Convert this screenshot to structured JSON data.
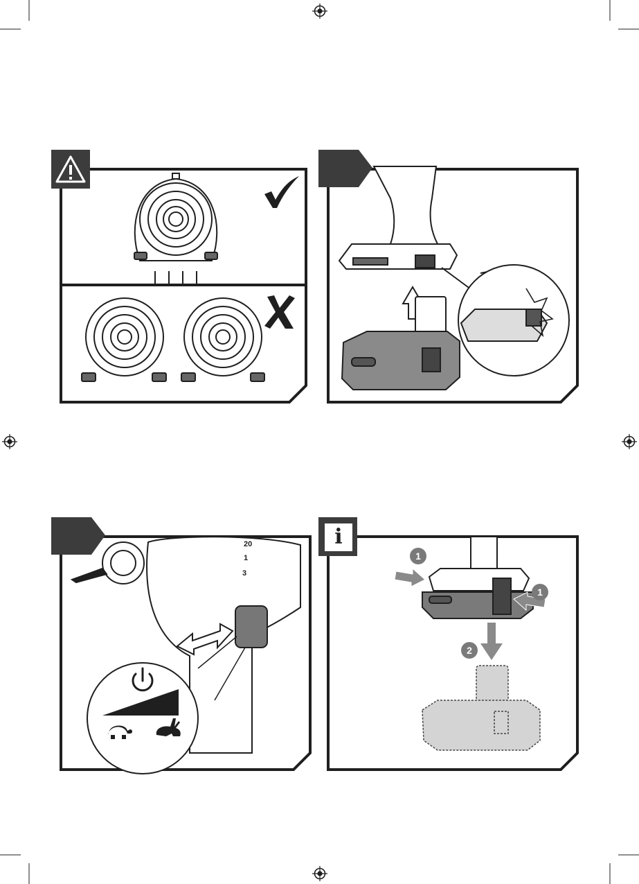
{
  "page": {
    "background": "#ffffff",
    "ink": "#1f1f1f",
    "panel_header": "#3c3c3c"
  },
  "panels": [
    {
      "id": "drill-chuck-alignment",
      "header": "warning-icon",
      "rows": [
        {
          "mark": "check-icon"
        },
        {
          "mark": "cross-icon"
        }
      ]
    },
    {
      "id": "battery-insertion",
      "header": "blank-tab"
    },
    {
      "id": "speed-switch",
      "header": "blank-tab",
      "inset": {
        "icons": [
          "power-icon",
          "speed-ramp-icon",
          "turtle-icon",
          "rabbit-icon"
        ]
      }
    },
    {
      "id": "battery-removal",
      "header": "info-icon",
      "callouts": {
        "press": "1",
        "pull": "2"
      }
    }
  ],
  "info_glyph": "i",
  "dial_numbers": [
    "20",
    "1",
    "3"
  ]
}
